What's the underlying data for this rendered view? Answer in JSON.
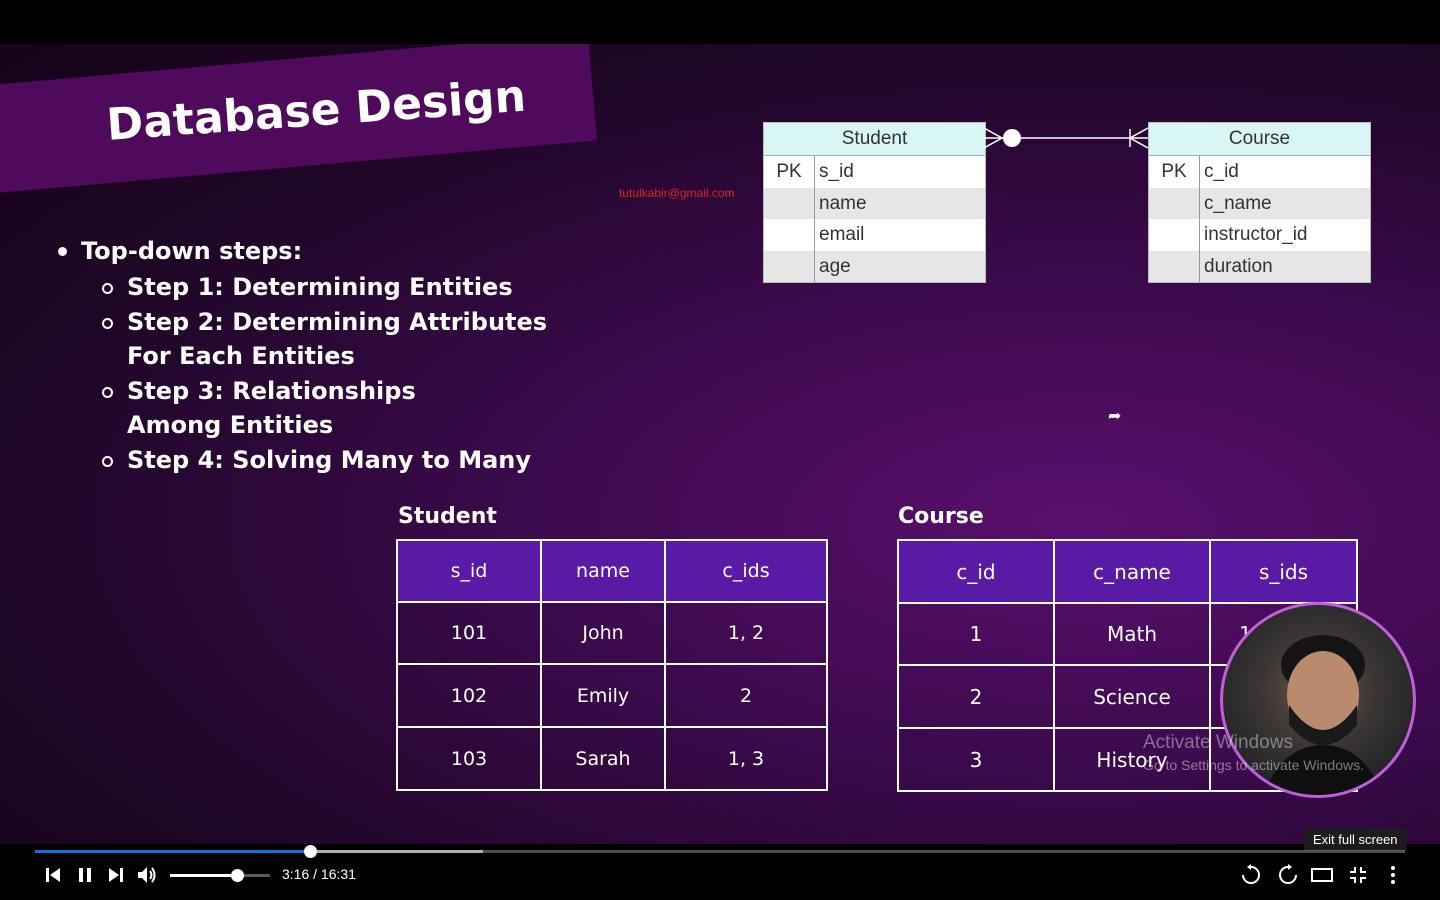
{
  "slide": {
    "title": "Database Design",
    "email": "tutulkabir@gmail.com",
    "top_bullet": "Top-down steps:",
    "steps": [
      "Step 1: Determining Entities",
      "Step 2: Determining Attributes For Each Entities",
      "Step 3: Relationships Among Entities",
      "Step 4: Solving Many to Many"
    ]
  },
  "erd": {
    "student": {
      "title": "Student",
      "rows": [
        {
          "key": "PK",
          "field": "s_id"
        },
        {
          "key": "",
          "field": "name"
        },
        {
          "key": "",
          "field": "email"
        },
        {
          "key": "",
          "field": "age"
        }
      ]
    },
    "course": {
      "title": "Course",
      "rows": [
        {
          "key": "PK",
          "field": "c_id"
        },
        {
          "key": "",
          "field": "c_name"
        },
        {
          "key": "",
          "field": "instructor_id"
        },
        {
          "key": "",
          "field": "duration"
        }
      ]
    }
  },
  "tables": {
    "student": {
      "title": "Student",
      "headers": [
        "s_id",
        "name",
        "c_ids"
      ],
      "rows": [
        [
          "101",
          "John",
          "1, 2"
        ],
        [
          "102",
          "Emily",
          "2"
        ],
        [
          "103",
          "Sarah",
          "1, 3"
        ]
      ]
    },
    "course": {
      "title": "Course",
      "headers": [
        "c_id",
        "c_name",
        "s_ids"
      ],
      "rows": [
        [
          "1",
          "Math",
          "101, 103"
        ],
        [
          "2",
          "Science",
          ""
        ],
        [
          "3",
          "History",
          ""
        ]
      ]
    }
  },
  "watermark": {
    "line1": "Activate Windows",
    "line2": "Go to Settings to activate Windows."
  },
  "player": {
    "time_display": "3:16 / 16:31",
    "progress_fraction": 0.201,
    "buffered_fraction": 0.327,
    "volume_fraction": 0.67,
    "tooltip": "Exit full screen",
    "accent_color": "#0b72e6"
  }
}
